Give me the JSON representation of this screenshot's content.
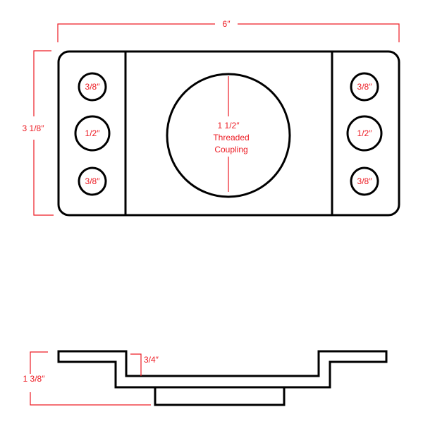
{
  "colors": {
    "outline": "#000000",
    "dimension": "#ed1c24"
  },
  "top_view": {
    "width_label": "6″",
    "height_label": "3 1/8″",
    "left_holes": [
      "3/8″",
      "1/2″",
      "3/8″"
    ],
    "right_holes": [
      "3/8″",
      "1/2″",
      "3/8″"
    ],
    "center_hole": {
      "line1": "1 1/2″",
      "line2": "Threaded",
      "line3": "Coupling"
    }
  },
  "side_view": {
    "depth_label": "3/4″",
    "height_label": "1 3/8″"
  }
}
